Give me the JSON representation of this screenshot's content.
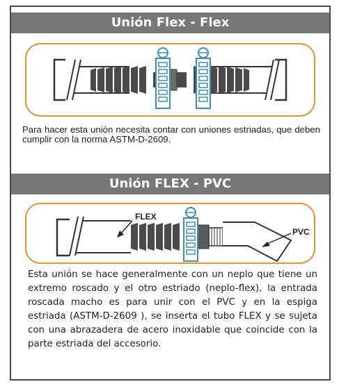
{
  "section1": {
    "title": "Unión Flex - Flex",
    "text": "Para hacer esta unión necesita contar con uniones estriadas, que deben cumplir con la norma ASTM-D-2609."
  },
  "section2": {
    "title": "Unión FLEX - PVC",
    "label_flex": "FLEX",
    "label_pvc": "PVC",
    "text": "Esta unión se hace generalmente con un neplo que tiene un extremo roscado y el otro estriado (neplo-flex), la entrada roscada macho es para unir con el PVC y en la espiga estriada (ASTM-D-2609 ), se inserta el tubo FLEX y se sujeta con una abrazadera de acero inoxidable que coincide con la parte estriada del accesorio."
  },
  "colors": {
    "header_bg": "#777777",
    "frame_border": "#e8902c",
    "clamp": "#3b8dc5",
    "tube": "#4a4a4a"
  }
}
